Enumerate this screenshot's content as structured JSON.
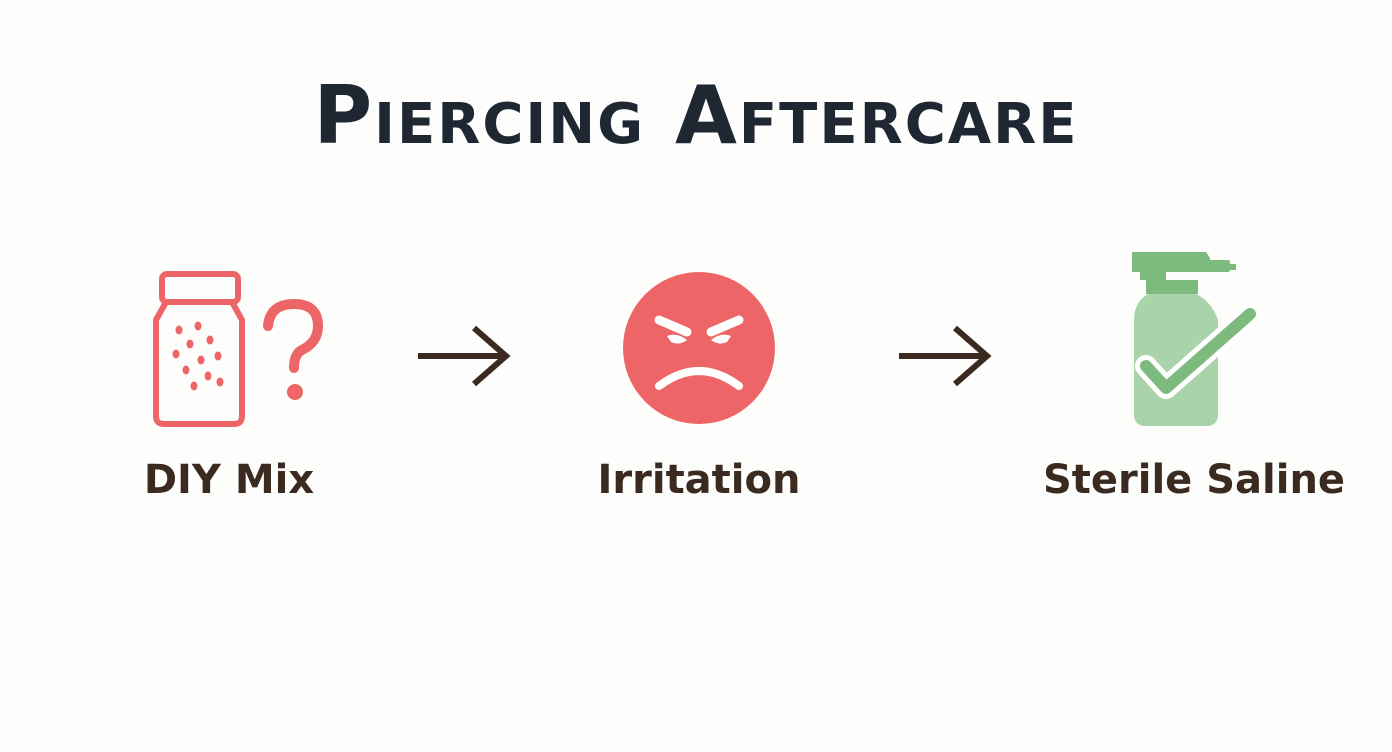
{
  "title": "Piercing Aftercare",
  "steps": [
    {
      "label": "DIY Mix",
      "icon": "salt-jar-question-icon",
      "color": "#ee6567"
    },
    {
      "label": "Irritation",
      "icon": "angry-face-icon",
      "color": "#ee6567"
    },
    {
      "label": "Sterile Saline",
      "icon": "spray-bottle-check-icon",
      "color": "#7cba7e"
    }
  ],
  "colors": {
    "title": "#1f2733",
    "label": "#3a2a20",
    "arrow": "#3a2a20",
    "warning": "#ee6567",
    "success": "#7cba7e"
  }
}
